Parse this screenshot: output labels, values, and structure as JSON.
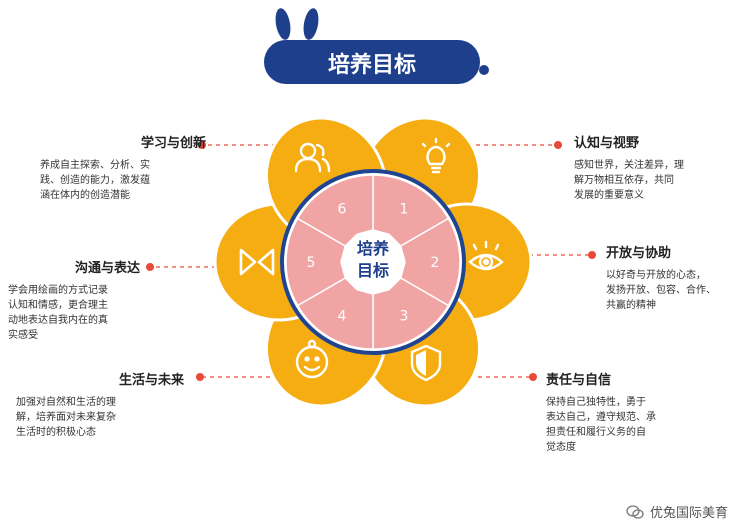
{
  "header": {
    "title": "培养目标"
  },
  "center": {
    "line1": "培养",
    "line2": "目标"
  },
  "petals": [
    {
      "number": "1",
      "icon": "lightbulb-icon"
    },
    {
      "number": "2",
      "icon": "eye-icon"
    },
    {
      "number": "3",
      "icon": "shield-icon"
    },
    {
      "number": "4",
      "icon": "smiley-face-icon"
    },
    {
      "number": "5",
      "icon": "play-skip-icon"
    },
    {
      "number": "6",
      "icon": "people-icon"
    }
  ],
  "goals": [
    {
      "title": "认知与视野",
      "desc": "感知世界，关注差异，理\n解万物相互依存，共同\n发展的重要意义"
    },
    {
      "title": "开放与协助",
      "desc": "以好奇与开放的心态，\n发扬开放、包容、合作、\n共赢的精神"
    },
    {
      "title": "责任与自信",
      "desc": "保持自己独特性，勇于\n表达自己，遵守规范、承\n担责任和履行义务的自\n觉态度"
    },
    {
      "title": "生活与未来",
      "desc": "加强对自然和生活的理\n解，培养面对未来复杂\n生活时的积极心态"
    },
    {
      "title": "沟通与表达",
      "desc": "学会用绘画的方式记录\n认知和情感，更合理主\n动地表达自我内在的真\n实感受"
    },
    {
      "title": "学习与创新",
      "desc": "养成自主探索、分析、实\n践、创造的能力，激发蕴\n涵在体内的创造潜能"
    }
  ],
  "watermark": {
    "text": "优兔国际美育"
  },
  "colors": {
    "navy": "#1e3f8c",
    "petal": "#f6ad12",
    "ring": "#1f4592",
    "pink": "#f0a4a4",
    "dash": "#e84a3a"
  }
}
